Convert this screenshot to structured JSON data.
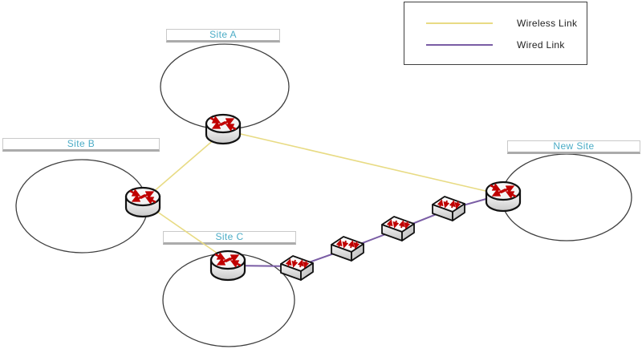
{
  "sites": [
    {
      "label": "Site A",
      "device": "router"
    },
    {
      "label": "Site B",
      "device": "router"
    },
    {
      "label": "Site C",
      "device": "router"
    },
    {
      "label": "New Site",
      "device": "router"
    }
  ],
  "links": [
    {
      "type": "wireless",
      "from": "Site A",
      "to": "Site B"
    },
    {
      "type": "wireless",
      "from": "Site A",
      "to": "New Site"
    },
    {
      "type": "wireless",
      "from": "Site B",
      "to": "Site C"
    },
    {
      "type": "wired",
      "from": "Site C",
      "to": "New Site",
      "via_switches": 4
    }
  ],
  "legend": {
    "items": [
      {
        "label": "Wireless Link",
        "color": "#e8db84"
      },
      {
        "label": "Wired Link",
        "color": "#7a5da5"
      }
    ]
  },
  "colors": {
    "wireless_link": "#e8db84",
    "wired_link": "#7a5da5",
    "site_label_text": "#4bacc6",
    "device_arrows": "#c00000",
    "ellipse_stroke": "#3f3f3f"
  }
}
